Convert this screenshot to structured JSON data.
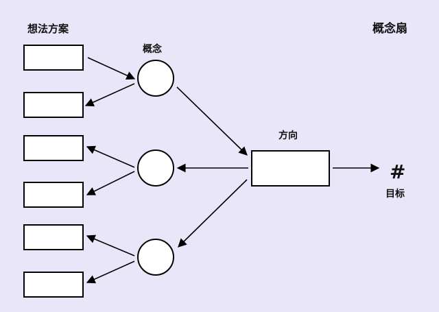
{
  "labels": {
    "ideas": "想法方案",
    "concept": "概念",
    "fan_title": "概念扇",
    "direction": "方向",
    "target_symbol": "#",
    "target": "目标"
  },
  "colors": {
    "background": "#e8e6f8",
    "stroke": "#000000",
    "fill": "#ffffff"
  }
}
